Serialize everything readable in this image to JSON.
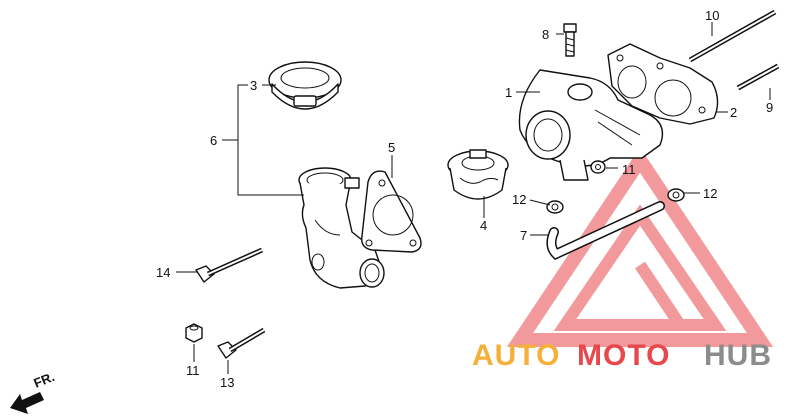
{
  "diagram": {
    "callouts": [
      {
        "id": "c1",
        "text": "1"
      },
      {
        "id": "c2",
        "text": "2"
      },
      {
        "id": "c3",
        "text": "3"
      },
      {
        "id": "c4",
        "text": "4"
      },
      {
        "id": "c5",
        "text": "5"
      },
      {
        "id": "c6",
        "text": "6"
      },
      {
        "id": "c7",
        "text": "7"
      },
      {
        "id": "c8",
        "text": "8"
      },
      {
        "id": "c9",
        "text": "9"
      },
      {
        "id": "c10",
        "text": "10"
      },
      {
        "id": "c11a",
        "text": "11"
      },
      {
        "id": "c11b",
        "text": "11"
      },
      {
        "id": "c12a",
        "text": "12"
      },
      {
        "id": "c12b",
        "text": "12"
      },
      {
        "id": "c13",
        "text": "13"
      },
      {
        "id": "c14",
        "text": "14"
      }
    ],
    "direction_label": "FR."
  },
  "watermark": {
    "part1": "AUTO",
    "part2": "MOTO",
    "part3": "HUB",
    "color_orange": "#f5b03a",
    "color_red": "#e8474b",
    "color_gray": "#8c8c8c"
  }
}
